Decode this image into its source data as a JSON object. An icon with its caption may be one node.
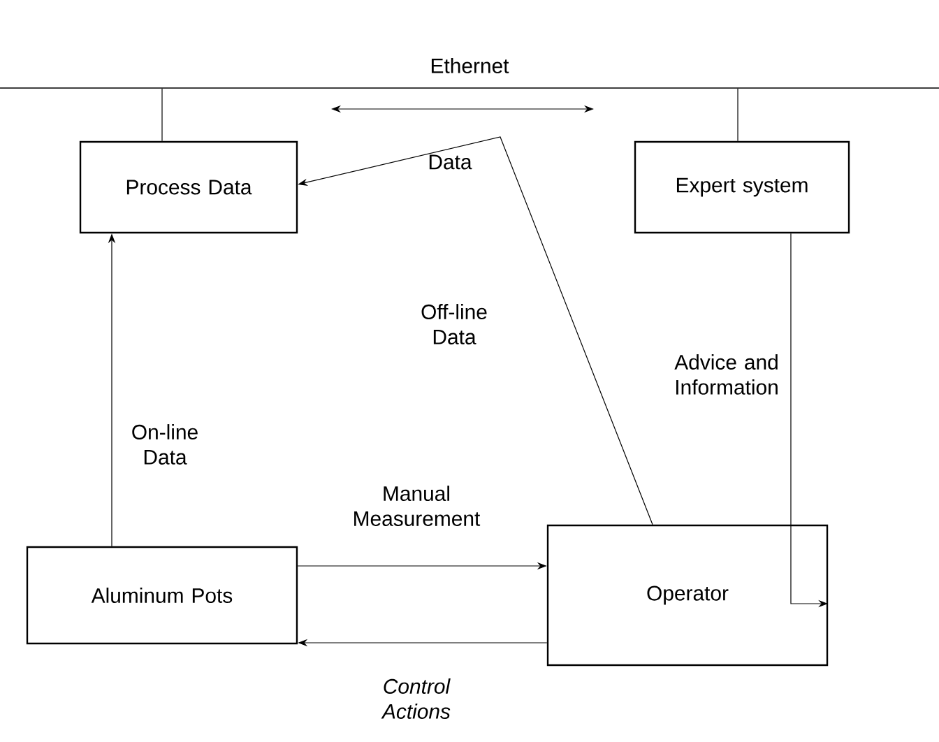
{
  "diagram": {
    "nodes": [
      {
        "text": [
          "Ethernet"
        ]
      },
      {
        "text": [
          "Process Data"
        ]
      },
      {
        "text": [
          "Expert system"
        ]
      },
      {
        "text": [
          "Aluminum Pots"
        ]
      },
      {
        "text": [
          "Operator"
        ]
      }
    ],
    "edges": [
      {
        "from": 0,
        "to": 1,
        "arrow": "none"
      },
      {
        "from": 0,
        "to": 2,
        "arrow": "none"
      },
      {
        "from": 3,
        "to": 1,
        "arrow": "to",
        "label": "On-line Data"
      },
      {
        "from": 4,
        "to": 1,
        "arrow": "to",
        "label": "Off-line Data"
      },
      {
        "from": 2,
        "to": 4,
        "arrow": "to",
        "label": "Advice and Information"
      },
      {
        "from": 3,
        "to": 4,
        "arrow": "to",
        "label": "Manual Measurement"
      },
      {
        "from": 4,
        "to": 3,
        "arrow": "to",
        "label": "Control Actions"
      }
    ],
    "labels": [
      "Data"
    ]
  }
}
